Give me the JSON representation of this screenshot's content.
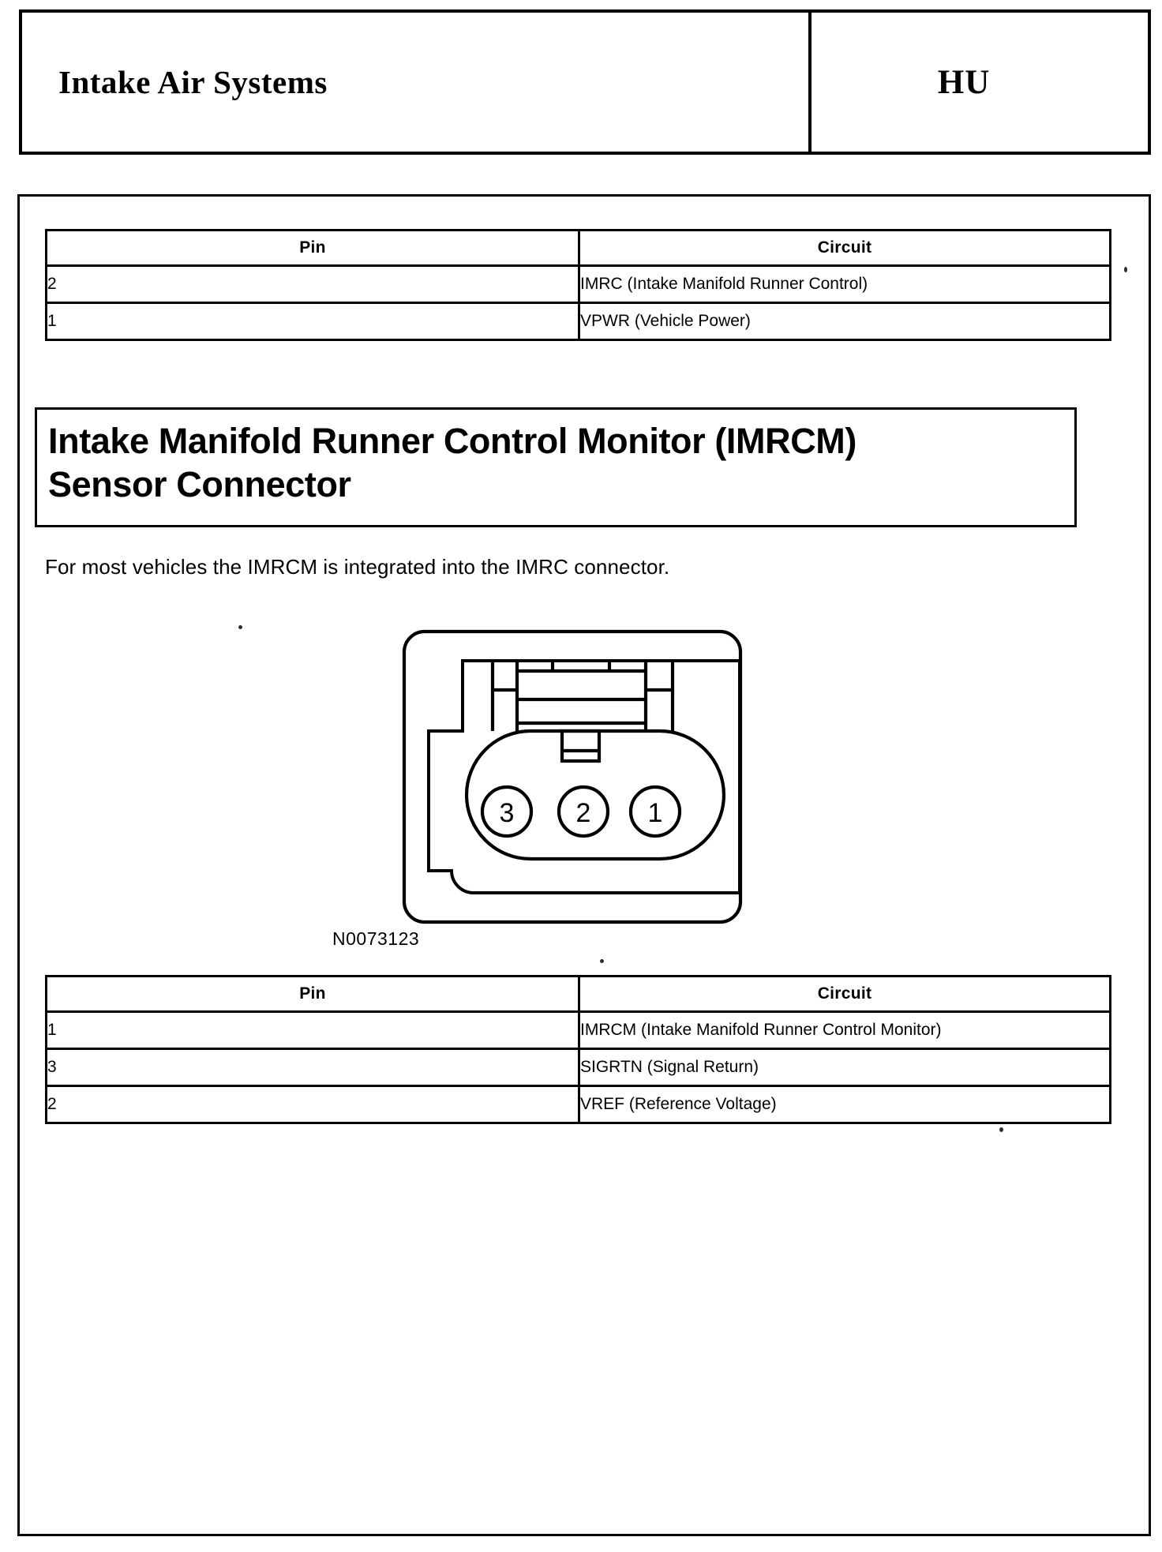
{
  "header": {
    "title": "Intake Air Systems",
    "code": "HU"
  },
  "tables": [
    {
      "name": "imrc-connector-pinout",
      "columns": [
        "Pin",
        "Circuit"
      ],
      "rows": [
        {
          "pin": "2",
          "circuit": "IMRC (Intake Manifold Runner Control)"
        },
        {
          "pin": "1",
          "circuit": "VPWR (Vehicle Power)"
        }
      ]
    },
    {
      "name": "imrcm-connector-pinout",
      "columns": [
        "Pin",
        "Circuit"
      ],
      "rows": [
        {
          "pin": "1",
          "circuit": "IMRCM (Intake Manifold Runner Control Monitor)"
        },
        {
          "pin": "3",
          "circuit": "SIGRTN (Signal Return)"
        },
        {
          "pin": "2",
          "circuit": "VREF (Reference Voltage)"
        }
      ]
    }
  ],
  "section": {
    "heading_line_1": "Intake Manifold Runner Control Monitor (IMRCM)",
    "heading_line_2": "Sensor Connector",
    "paragraph": "For most vehicles the IMRCM is integrated into the IMRC connector."
  },
  "diagram": {
    "caption": "N0073123",
    "pin_labels": [
      "3",
      "2",
      "1"
    ],
    "line_color": "#000000"
  }
}
